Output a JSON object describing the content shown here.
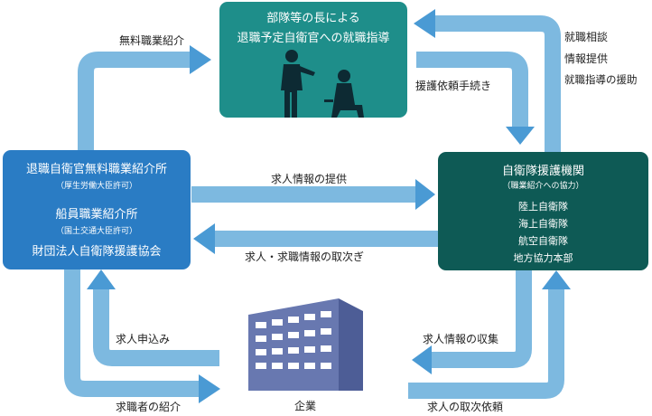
{
  "colors": {
    "arrow": "#7db9e0",
    "arrow_head": "#4a9ad4",
    "top_box": "#1e8e8a",
    "left_box": "#2a7cc4",
    "right_box": "#0e5a55",
    "building": "#5a6fa8"
  },
  "top_box": {
    "line1": "部隊等の長による",
    "line2": "退職予定自衛官への就職指導"
  },
  "left_box": {
    "line1": "退職自衛官無料職業紹介所",
    "note1": "（厚生労働大臣許可）",
    "line2": "船員職業紹介所",
    "note2": "（国土交通大臣許可）",
    "line3": "財団法人自衛隊援護協会"
  },
  "right_box": {
    "title": "自衛隊援護機関",
    "note": "（職業紹介への協力）",
    "items": [
      "陸上自衛隊",
      "海上自衛隊",
      "航空自衛隊",
      "地方協力本部"
    ]
  },
  "labels": {
    "free_placement": "無料職業紹介",
    "support_request": "援護依頼手続き",
    "job_consult": "就職相談",
    "info_provide": "情報提供",
    "job_guidance_support": "就職指導の援助",
    "job_info_provide": "求人情報の提供",
    "job_info_relay": "求人・求職情報の取次ぎ",
    "job_application": "求人申込み",
    "job_info_collect": "求人情報の収集",
    "seeker_intro": "求職者の紹介",
    "job_relay_request": "求人の取次依頼",
    "company": "企業"
  }
}
